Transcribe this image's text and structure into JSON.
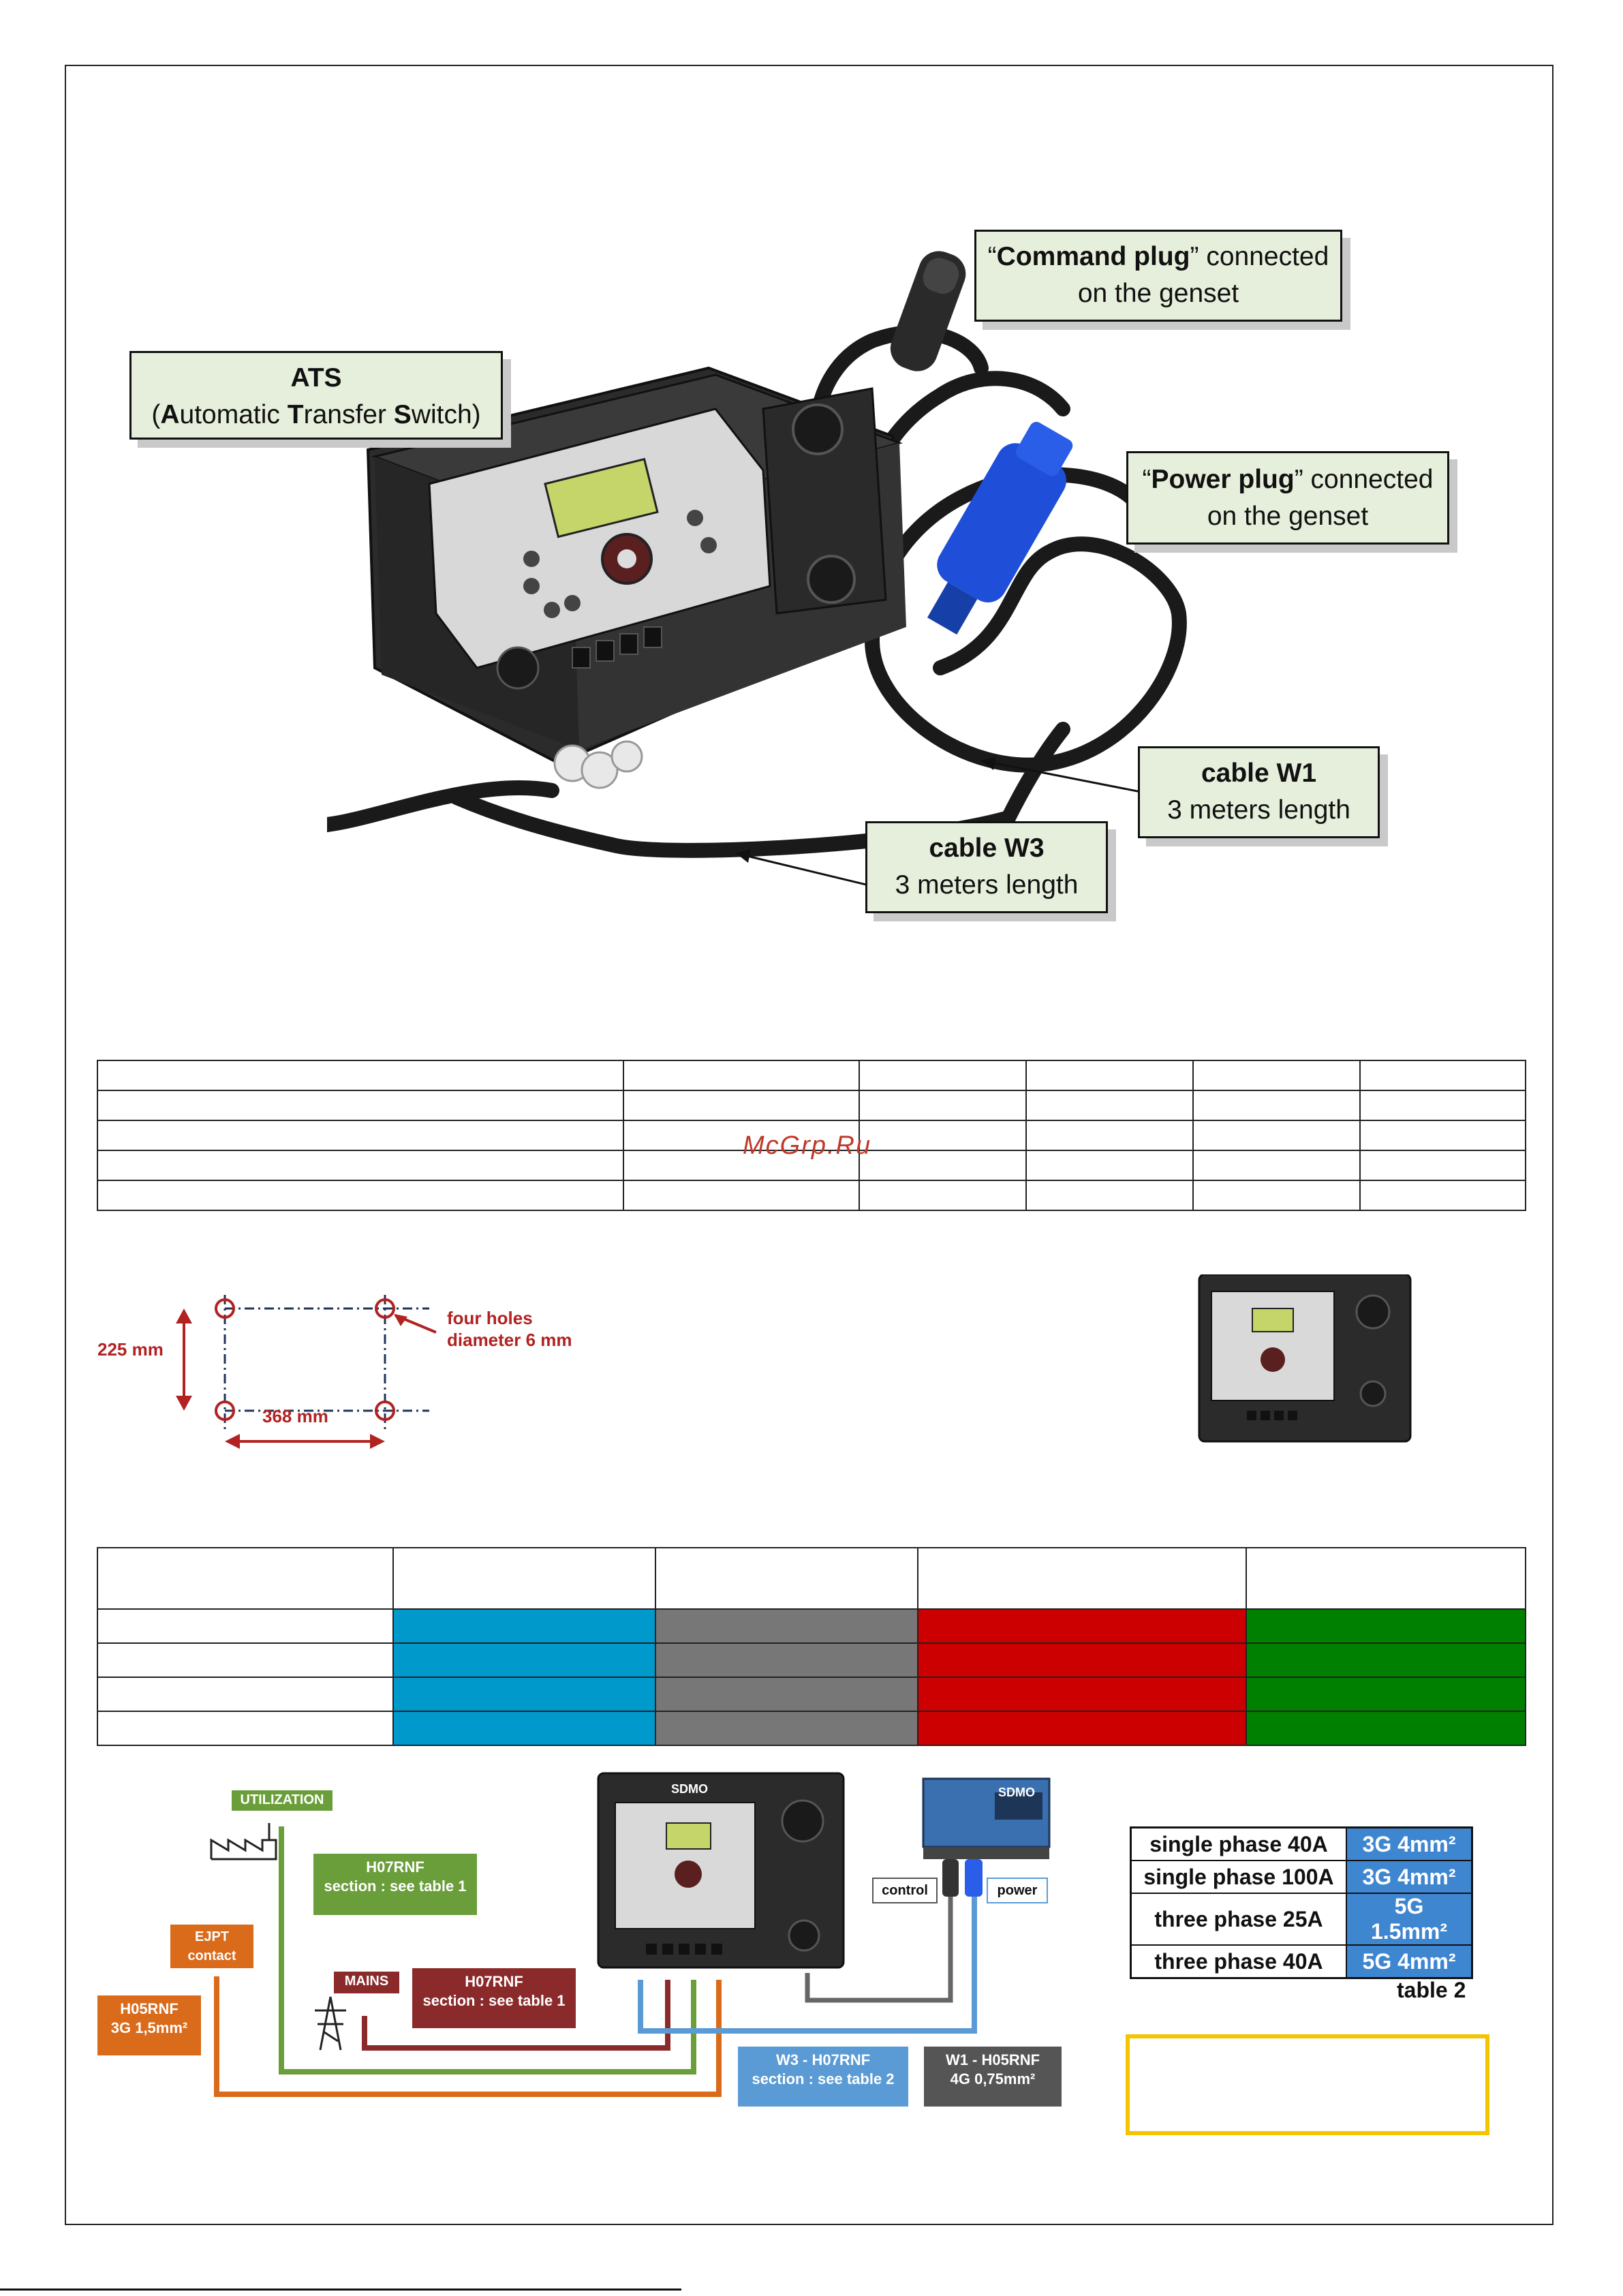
{
  "callouts": {
    "ats_title": "ATS",
    "ats_sub_pre": "(",
    "ats_a": "A",
    "ats_sub_1": "utomatic ",
    "ats_t": "T",
    "ats_sub_2": "ransfer ",
    "ats_s": "S",
    "ats_sub_3": "witch)",
    "command_bold": "Command plug",
    "command_rest": "” connected",
    "command_line2": "on the genset",
    "power_bold": "Power plug",
    "power_rest": "” connected",
    "power_line2": "on the genset",
    "w1_title": "cable W1",
    "w1_sub": "3 meters length",
    "w3_title": "cable W3",
    "w3_sub": "3 meters length"
  },
  "watermark": "McGrp.Ru",
  "mounting": {
    "height_label": "225 mm",
    "width_label": "368 mm",
    "holes_line1": "four holes",
    "holes_line2": "diameter 6 mm"
  },
  "wiring": {
    "utilization": "UTILIZATION",
    "h07rnf_1_line1": "H07RNF",
    "h07rnf_1_line2": "section : see table 1",
    "ejpt_line1": "EJPT",
    "ejpt_line2": "contact",
    "mains": "MAINS",
    "h07rnf_2_line1": "H07RNF",
    "h07rnf_2_line2": "section : see table 1",
    "h05rnf_line1": "H05RNF",
    "h05rnf_line2": "3G 1,5mm²",
    "w3_line1": "W3 - H07RNF",
    "w3_line2": "section : see table 2",
    "w1_line1": "W1 - H05RNF",
    "w1_line2": "4G 0,75mm²",
    "control": "control",
    "power": "power",
    "genset_brand": "SDMO",
    "ats_brand": "SDMO"
  },
  "table2": {
    "rows": [
      {
        "label": "single phase 40A",
        "value": "3G 4mm²"
      },
      {
        "label": "single phase 100A",
        "value": "3G 4mm²"
      },
      {
        "label": "three phase 25A",
        "value": "5G 1.5mm²"
      },
      {
        "label": "three phase 40A",
        "value": "5G 4mm²"
      }
    ],
    "caption": "table 2"
  },
  "colors": {
    "blue": "#0099cc",
    "gray": "#777777",
    "red": "#cc0000",
    "green": "#008000",
    "callout_bg": "#e6efdb",
    "highlight_border": "#f5c400"
  }
}
